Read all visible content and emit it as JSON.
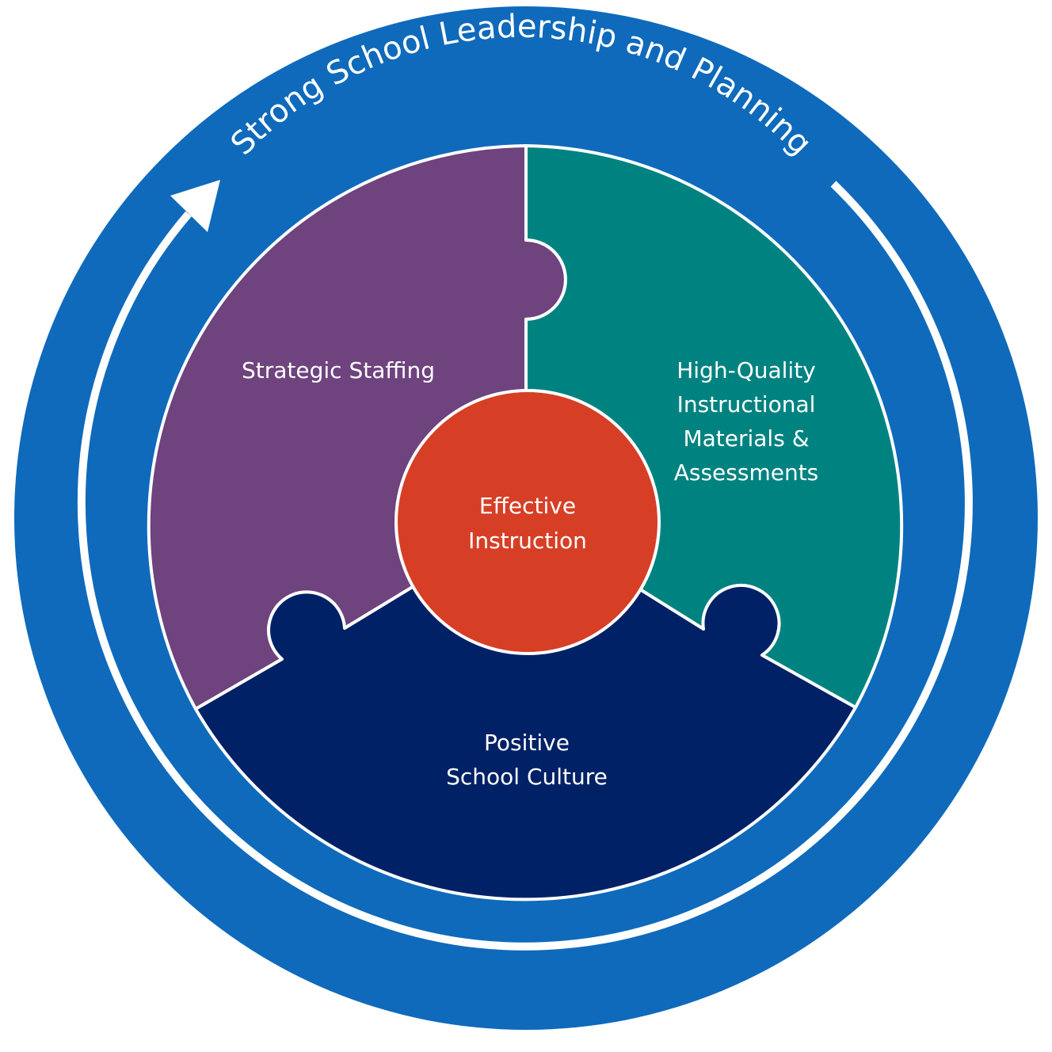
{
  "ring": {
    "label": "Strong School Leadership and Planning",
    "color": "#0f6abb"
  },
  "pieces": {
    "strategic_staffing": {
      "label": "Strategic Staffing",
      "color": "#6e437e"
    },
    "hqim": {
      "line1": "High-Quality",
      "line2": "Instructional",
      "line3": "Materials &",
      "line4": "Assessments",
      "color": "#008380"
    },
    "school_culture": {
      "line1": "Positive",
      "line2": "School Culture",
      "color": "#002166"
    }
  },
  "center": {
    "line1": "Effective",
    "line2": "Instruction",
    "color": "#d63f26"
  }
}
